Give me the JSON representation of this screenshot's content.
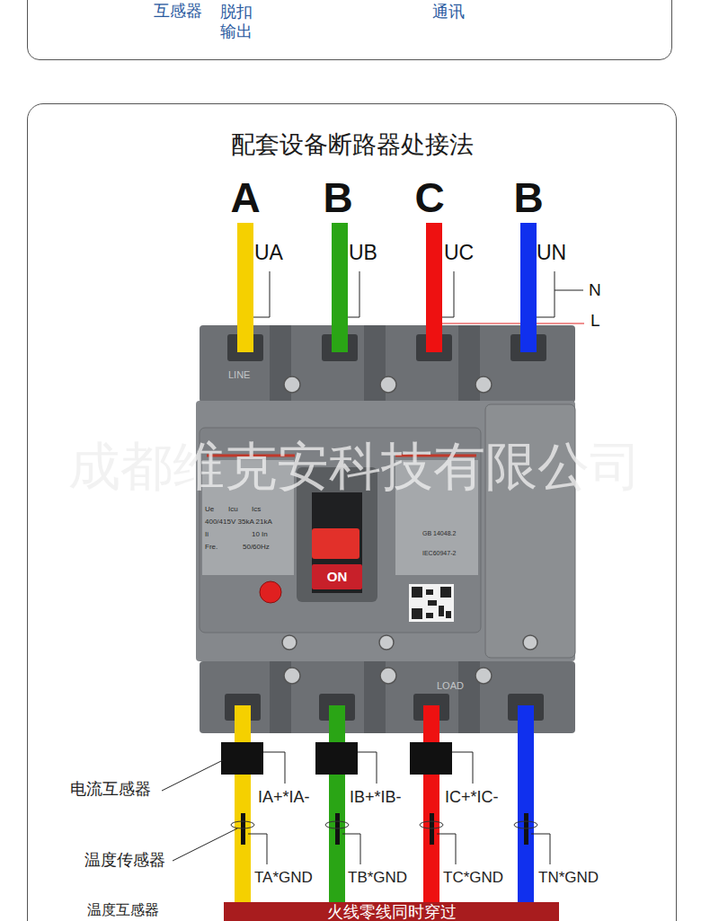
{
  "diagram": {
    "title": "配套设备断路器处接法",
    "nodes": [
      {
        "text": [
          "互感器",
          "脱扣 输出",
          "通讯"
        ]
      },
      {
        "text": [
          "配套设备断路器处接法"
        ]
      },
      {
        "text": [
          "火线零线同时穿过"
        ],
        "in": 1
      }
    ],
    "labels": [
      "A",
      "B",
      "C",
      "B",
      "UA",
      "UB",
      "UC",
      "UN",
      "N",
      "L",
      "LINE",
      "LOAD",
      "ON",
      "成都维克安科技有限公司",
      "电流互感器",
      "IA+*IA-",
      "IB+*IB-",
      "IC+*IC-",
      "温度传感器",
      "TA*GND",
      "TB*GND",
      "TC*GND",
      "TN*GND",
      "温度互感器",
      "Ue",
      "Icu",
      "Ics",
      "400/415V 35kA 21kA",
      "Ii",
      "10 In",
      "Fre.",
      "50/60Hz",
      "GB 14048.2",
      "IEC60947-2"
    ]
  }
}
